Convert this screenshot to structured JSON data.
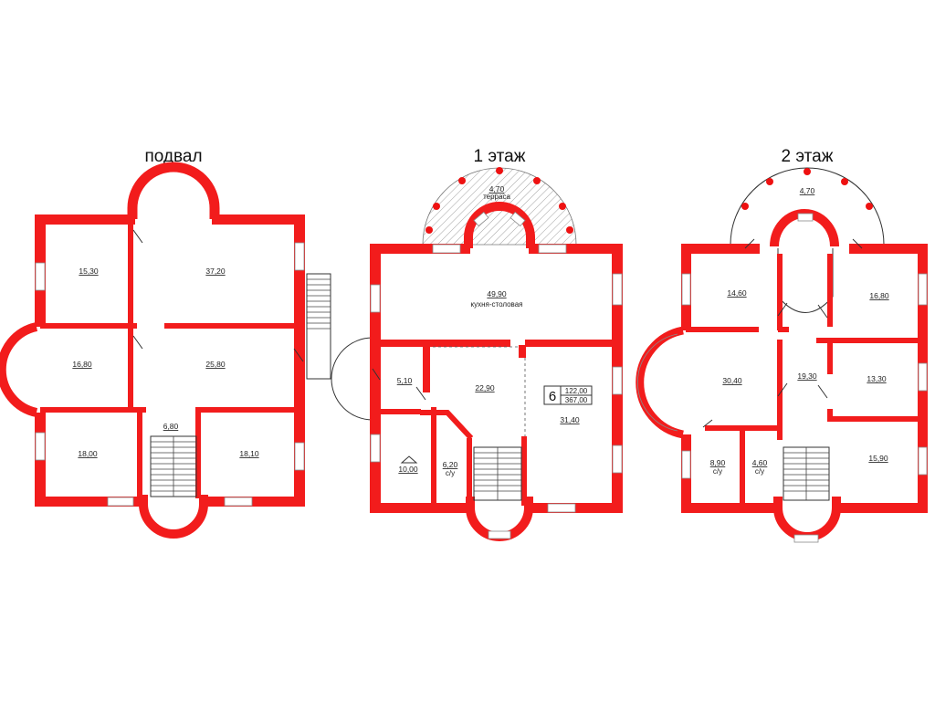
{
  "colors": {
    "wall": "#f21c1c",
    "background": "#ffffff",
    "line": "#333333",
    "column": "#ee1111"
  },
  "floors": [
    {
      "id": "basement",
      "title": "подвал",
      "rooms": [
        {
          "id": "b1",
          "area": "15,30"
        },
        {
          "id": "b2",
          "area": "37,20"
        },
        {
          "id": "b3",
          "area": "16,80"
        },
        {
          "id": "b4",
          "area": "25,80"
        },
        {
          "id": "b5",
          "area": "6,80"
        },
        {
          "id": "b6",
          "area": "18,00"
        },
        {
          "id": "b7",
          "area": "18,10"
        }
      ]
    },
    {
      "id": "floor1",
      "title": "1 этаж",
      "rooms": [
        {
          "id": "f1",
          "area": "4,70",
          "label": "терраса"
        },
        {
          "id": "f2",
          "area": "49,90",
          "label": "кухня-столовая"
        },
        {
          "id": "f3",
          "area": "5,10"
        },
        {
          "id": "f4",
          "area": "22,90"
        },
        {
          "id": "f5",
          "area": "31,40"
        },
        {
          "id": "f6",
          "area": "10,00"
        },
        {
          "id": "f7",
          "area": "6,20",
          "label": "с/у"
        }
      ],
      "badge": {
        "number": "6",
        "top": "122,00",
        "bottom": "367,00"
      }
    },
    {
      "id": "floor2",
      "title": "2 этаж",
      "rooms": [
        {
          "id": "s1",
          "area": "4,70"
        },
        {
          "id": "s2",
          "area": "14,60"
        },
        {
          "id": "s3",
          "area": "16,80"
        },
        {
          "id": "s4",
          "area": "30,40"
        },
        {
          "id": "s5",
          "area": "19,30"
        },
        {
          "id": "s6",
          "area": "13,30"
        },
        {
          "id": "s7",
          "area": "8,90",
          "label": "с/у"
        },
        {
          "id": "s8",
          "area": "4,60",
          "label": "с/у"
        },
        {
          "id": "s9",
          "area": "15,90"
        }
      ]
    }
  ]
}
